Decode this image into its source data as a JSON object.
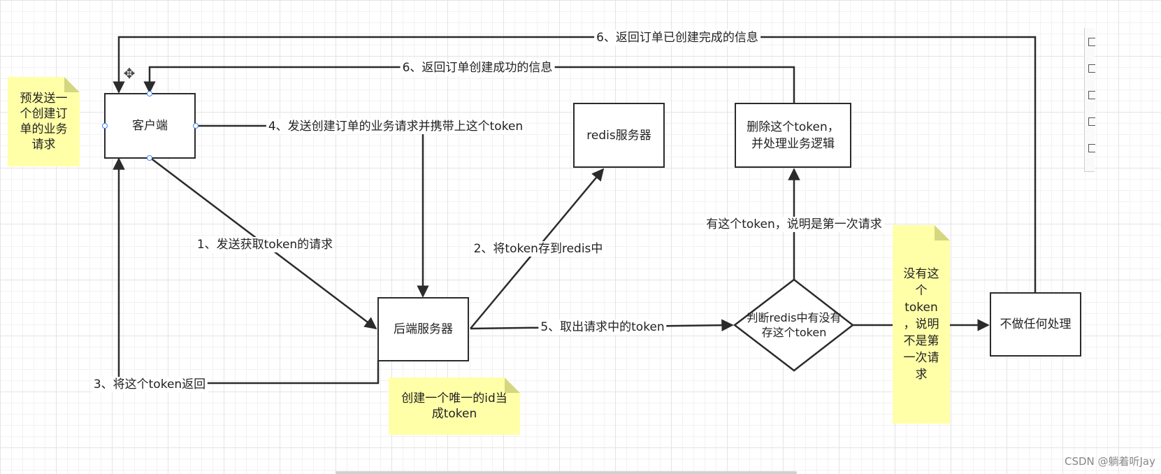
{
  "nodes": {
    "client": "客户端",
    "backend": "后端服务器",
    "redis": "redis服务器",
    "delete": "删除这个token，\n并处理业务逻辑",
    "judge": "判断redis中有没有\n存这个token",
    "noop": "不做任何处理"
  },
  "notes": {
    "presend": "预发送一\n个创建订\n单的业务\n请求",
    "create_id": "创建一个唯一的id当\n成token",
    "not_first": "没有这\n个\ntoken\n，说明\n不是第\n一次请\n求"
  },
  "edges": {
    "e1": "1、发送获取token的请求",
    "e2": "2、将token存到redis中",
    "e3": "3、将这个token返回",
    "e4": "4、发送创建订单的业务请求并携带上这个token",
    "e5": "5、取出请求中的token",
    "e6a": "6、返回订单已创建完成的信息",
    "e6b": "6、返回订单创建成功的信息",
    "yes": "有这个token，说明是第一次请求"
  },
  "watermark": "CSDN @躺着听Jay",
  "colors": {
    "line": "#2b2b2b",
    "note": "#ffffa8",
    "handle": "#3b82f6"
  },
  "icons": [
    "move-cursor-icon"
  ]
}
